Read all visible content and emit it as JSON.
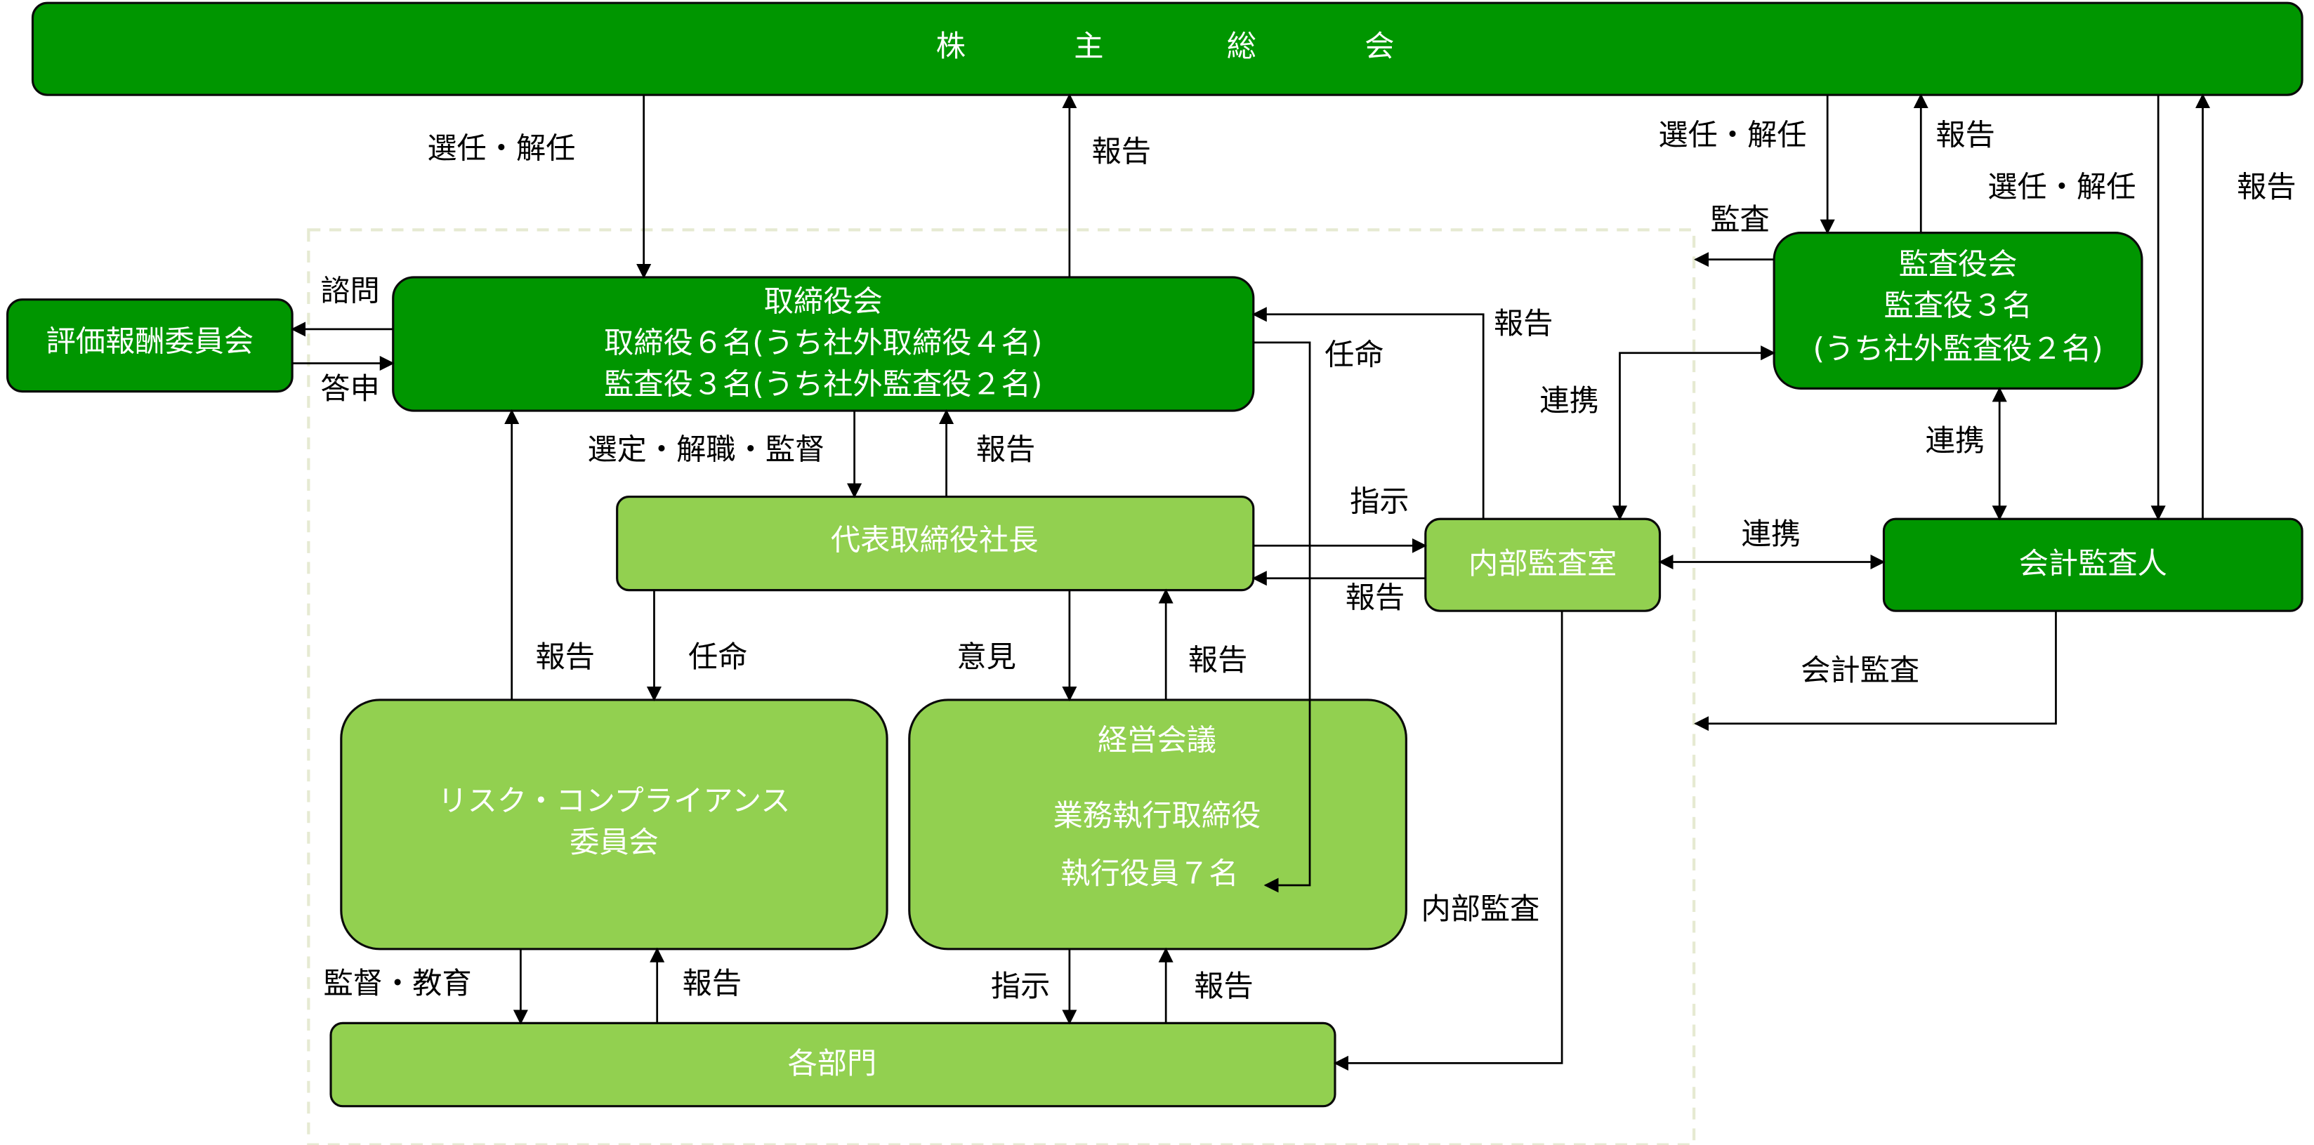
{
  "boxes": {
    "shareholders": [
      "株",
      "主",
      "総",
      "会"
    ],
    "compensation_committee": "評価報酬委員会",
    "board": {
      "title": "取締役会",
      "line1": "取締役６名(うち社外取締役４名)",
      "line2": "監査役３名(うち社外監査役２名)"
    },
    "audit_board": {
      "title": "監査役会",
      "line1": "監査役３名",
      "line2": "(うち社外監査役２名)"
    },
    "president": "代表取締役社長",
    "internal_audit": "内部監査室",
    "accounting_auditor": "会計監査人",
    "risk_committee": {
      "line1": "リスク・コンプライアンス",
      "line2": "委員会"
    },
    "management_meeting": {
      "title": "経営会議",
      "line1": "業務執行取締役",
      "line2": "執行役員７名"
    },
    "departments": "各部門"
  },
  "labels": {
    "sh_board_elect": "選任・解任",
    "board_sh_report": "報告",
    "sh_audit_elect": "選任・解任",
    "audit_sh_report": "報告",
    "sh_acct_elect": "選任・解任",
    "acct_sh_report": "報告",
    "audit_supervise": "監査",
    "consult": "諮問",
    "reply": "答申",
    "ia_board_report": "報告",
    "appoint_mgmt": "任命",
    "ia_audit_coop": "連携",
    "audit_acct_coop": "連携",
    "ia_acct_coop": "連携",
    "accounting_audit": "会計監査",
    "select_dismiss_supervise": "選定・解職・監督",
    "pres_board_report": "報告",
    "instruct_ia": "指示",
    "ia_pres_report": "報告",
    "risk_board_report": "報告",
    "appoint_risk": "任命",
    "opinion": "意見",
    "mgmt_pres_report": "報告",
    "internal_audit_label": "内部監査",
    "supervise_educate": "監督・教育",
    "dept_risk_report": "報告",
    "instruct_dept": "指示",
    "dept_mgmt_report": "報告"
  },
  "colors": {
    "dark_green": "#009600",
    "light_green": "#92d050",
    "boundary": "#e6ead2"
  }
}
